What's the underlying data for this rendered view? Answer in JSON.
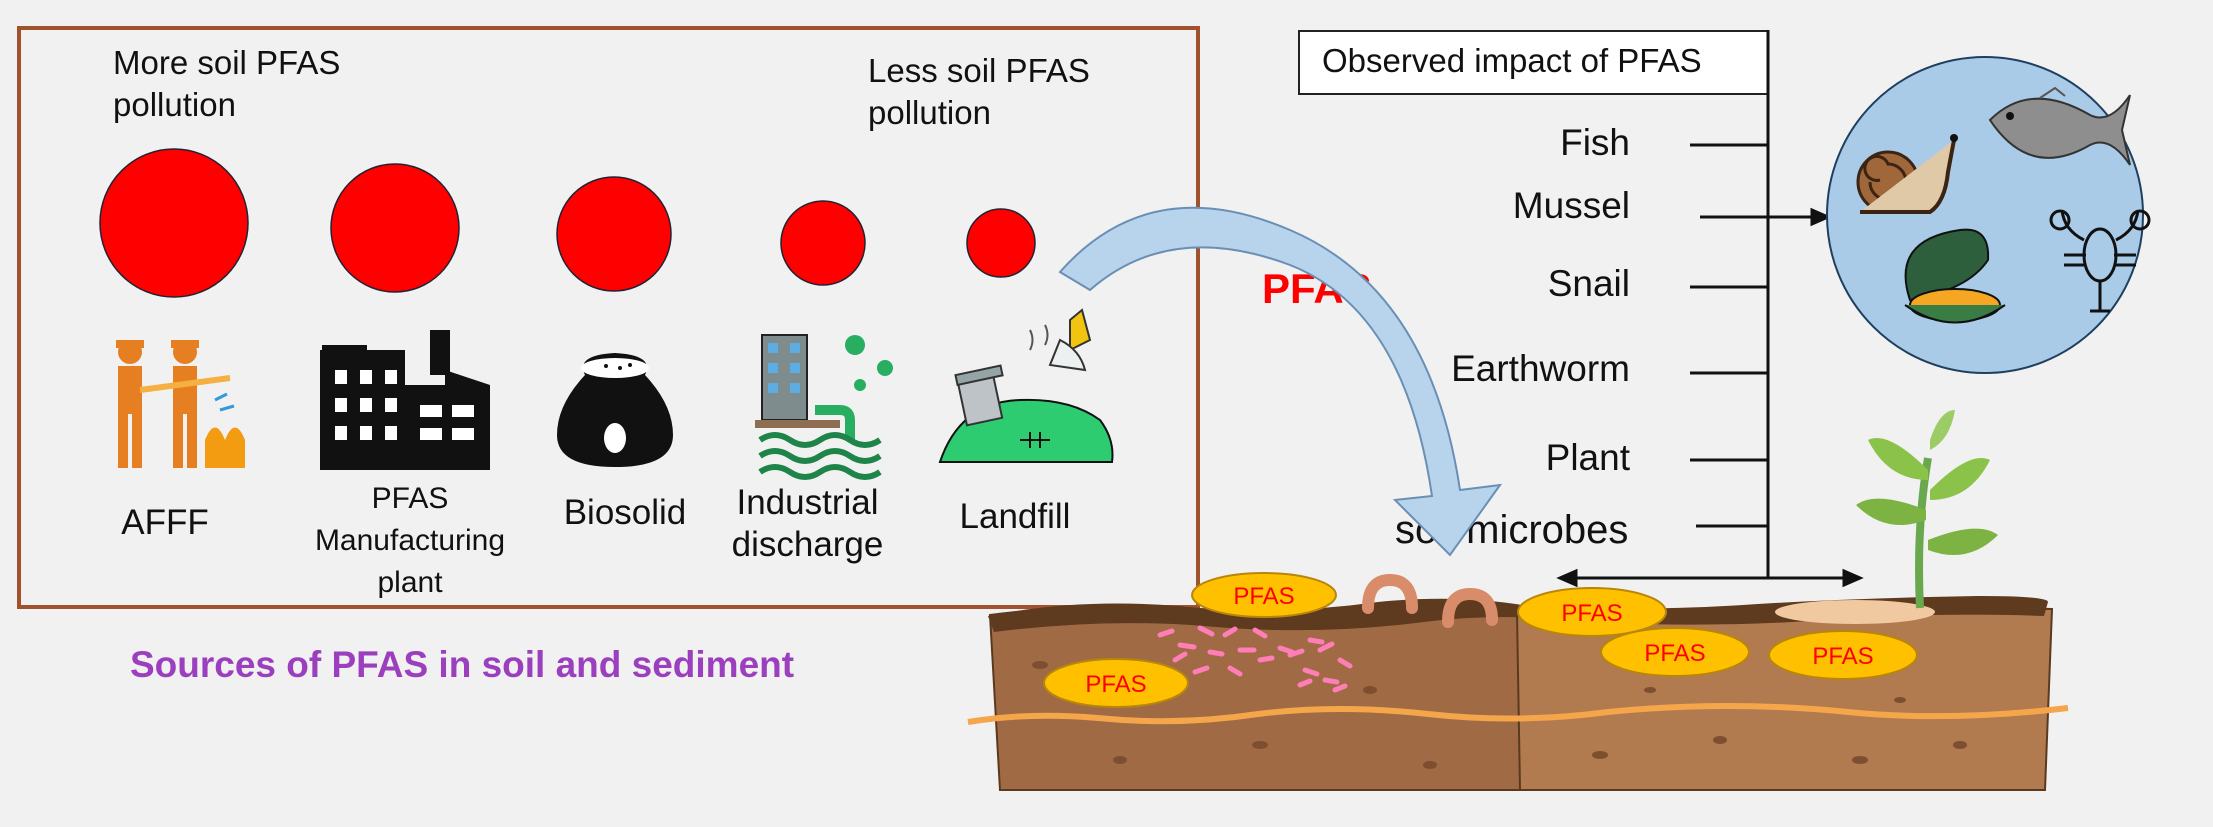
{
  "sources": {
    "more_label": "More soil PFAS\npollution",
    "less_label": "Less soil PFAS\npollution",
    "caption": "Sources of PFAS in soil and sediment",
    "items": [
      {
        "label": "AFFF",
        "icon": "firefighters-icon"
      },
      {
        "label": "PFAS\nManufacturing\nplant",
        "icon": "factory-icon"
      },
      {
        "label": "Biosolid",
        "icon": "biosolid-bag-icon"
      },
      {
        "label": "Industrial\ndischarge",
        "icon": "industrial-discharge-icon"
      },
      {
        "label": "Landfill",
        "icon": "landfill-icon"
      }
    ],
    "circle_color": "#ff0000"
  },
  "transport": {
    "arrow_label": "PFAS",
    "label_color": "#ff0000"
  },
  "impact": {
    "title": "Observed impact of PFAS",
    "organisms": [
      "Fish",
      "Mussel",
      "Snail",
      "Earthworm",
      "Plant",
      "soil microbes"
    ],
    "aquatic_icons": [
      "snail-icon",
      "fish-icon",
      "mussel-icon",
      "lobster-icon"
    ]
  },
  "soil": {
    "pill_label": "PFAS",
    "pill_color": "#ffc000",
    "pill_text_color": "#ff0000"
  }
}
